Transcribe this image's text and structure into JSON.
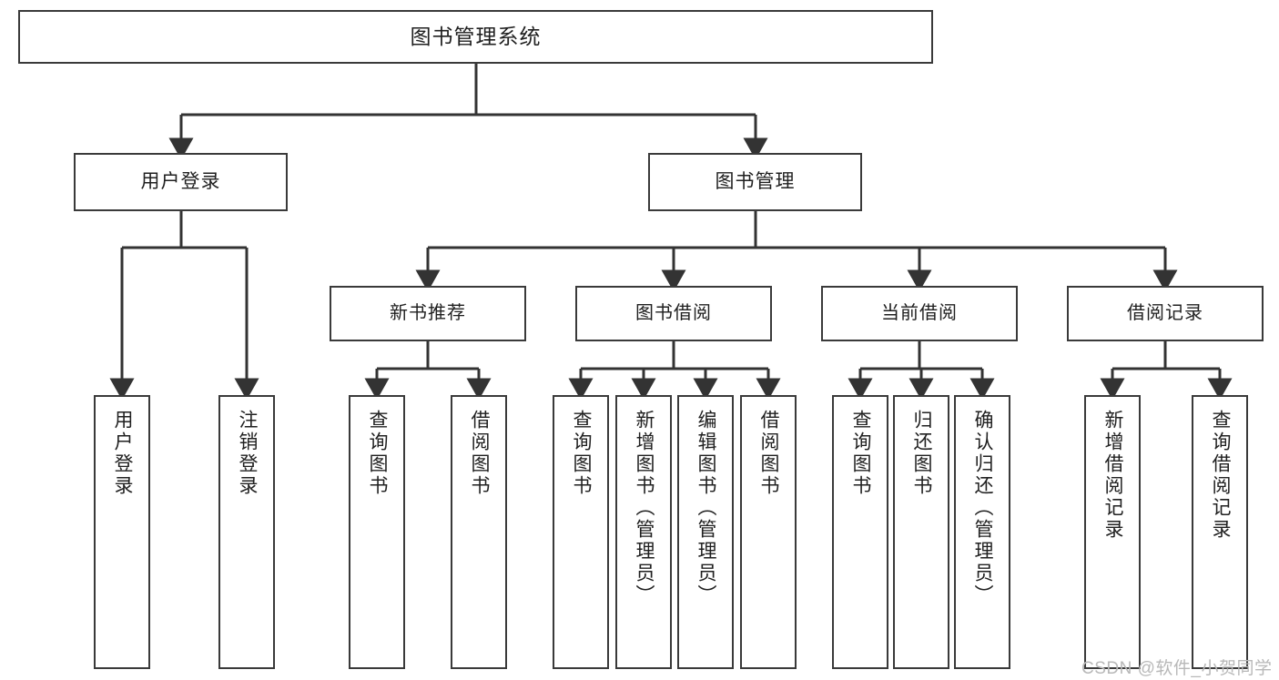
{
  "diagram": {
    "title": "图书管理系统",
    "type": "hierarchy-tree",
    "root": {
      "id": "root",
      "label": "图书管理系统"
    },
    "level2": [
      {
        "id": "user-login",
        "label": "用户登录"
      },
      {
        "id": "book-manage",
        "label": "图书管理"
      }
    ],
    "level3": [
      {
        "id": "new-book-rec",
        "label": "新书推荐"
      },
      {
        "id": "book-borrow",
        "label": "图书借阅"
      },
      {
        "id": "current-borrow",
        "label": "当前借阅"
      },
      {
        "id": "borrow-record",
        "label": "借阅记录"
      }
    ],
    "leaves": {
      "user_login": [
        {
          "id": "leaf-user-login",
          "label": "用户登录"
        },
        {
          "id": "leaf-logout-login",
          "label": "注销登录"
        }
      ],
      "new_book_rec": [
        {
          "id": "leaf-query-book-1",
          "label": "查询图书"
        },
        {
          "id": "leaf-borrow-book-1",
          "label": "借阅图书"
        }
      ],
      "book_borrow": [
        {
          "id": "leaf-query-book-2",
          "label": "查询图书"
        },
        {
          "id": "leaf-add-book",
          "label": "新增图书（管理员）"
        },
        {
          "id": "leaf-edit-book",
          "label": "编辑图书（管理员）"
        },
        {
          "id": "leaf-borrow-book-2",
          "label": "借阅图书"
        }
      ],
      "current_borrow": [
        {
          "id": "leaf-query-book-3",
          "label": "查询图书"
        },
        {
          "id": "leaf-return-book",
          "label": "归还图书"
        },
        {
          "id": "leaf-confirm-return",
          "label": "确认归还（管理员）"
        }
      ],
      "borrow_record": [
        {
          "id": "leaf-add-record",
          "label": "新增借阅记录"
        },
        {
          "id": "leaf-query-record",
          "label": "查询借阅记录"
        }
      ]
    }
  },
  "watermark": {
    "text": "CSDN @软件_小贺同学"
  },
  "colors": {
    "background": "#ffffff",
    "box_border": "#3a3a3a",
    "box_fill": "#ffffff",
    "text": "#202020",
    "connector": "#333333",
    "watermark": "#b8b8b8"
  }
}
